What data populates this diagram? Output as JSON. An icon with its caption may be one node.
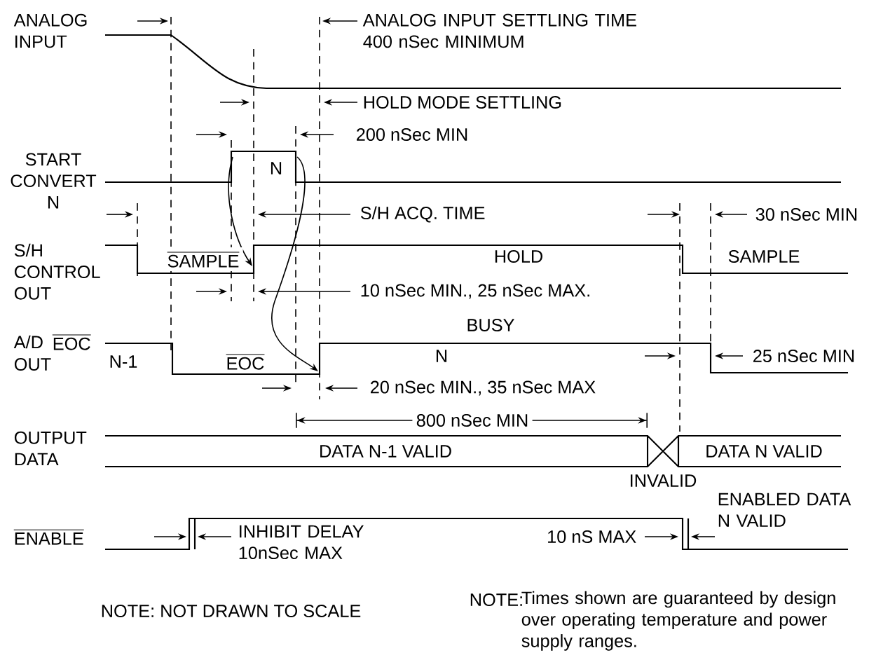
{
  "diagram": {
    "labels": [
      "ANALOG INPUT",
      "ANALOG INPUT SETTLING TIME 400 nSec MINIMUM",
      "HOLD MODE SETTLING",
      "200 nSec MIN",
      "START CONVERT N",
      "N",
      "S/H ACQ. TIME",
      "30 nSec MIN",
      "S/H CONTROL OUT",
      "SAMPLE",
      "HOLD",
      "SAMPLE",
      "10 nSec MIN., 25 nSec MAX.",
      "BUSY",
      "A/D",
      "EOC",
      "OUT",
      "N-1",
      "EOC",
      "N",
      "25 nSec MIN",
      "20 nSec MIN., 35 nSec MAX",
      "800 nSec MIN",
      "OUTPUT DATA",
      "DATA N-1 VALID",
      "DATA N VALID",
      "INVALID",
      "ENABLED DATA N VALID",
      "ENABLE",
      "INHIBIT DELAY 10nSec MAX",
      "10 nS MAX",
      "NOTE: NOT DRAWN TO SCALE",
      "NOTE:",
      "Times shown are guaranteed by design over operating temperature and power supply ranges."
    ]
  }
}
